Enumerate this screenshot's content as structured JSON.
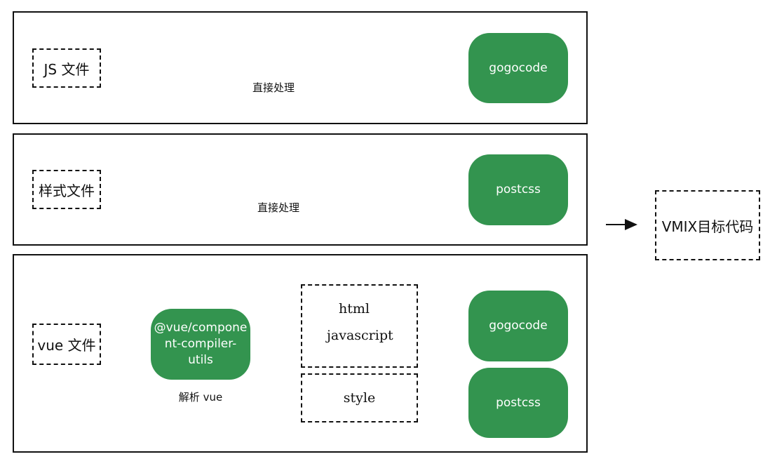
{
  "panels": {
    "js": {
      "source": "JS 文件",
      "edge_label": "直接处理",
      "tool": "gogocode"
    },
    "style": {
      "source": "样式文件",
      "edge_label": "直接处理",
      "tool": "postcss"
    },
    "vue": {
      "source": "vue 文件",
      "parser": "@vue/component-compiler-utils",
      "parser_lines": [
        "@vue/compone",
        "nt-compiler-",
        "utils"
      ],
      "parser_caption": "解析 vue",
      "script_parts": [
        "html",
        "javascript"
      ],
      "style_part": "style",
      "script_tool": "gogocode",
      "style_tool": "postcss"
    }
  },
  "output": {
    "target": "VMIX目标代码"
  },
  "colors": {
    "node_green": "#33944f",
    "stroke": "#111111"
  }
}
